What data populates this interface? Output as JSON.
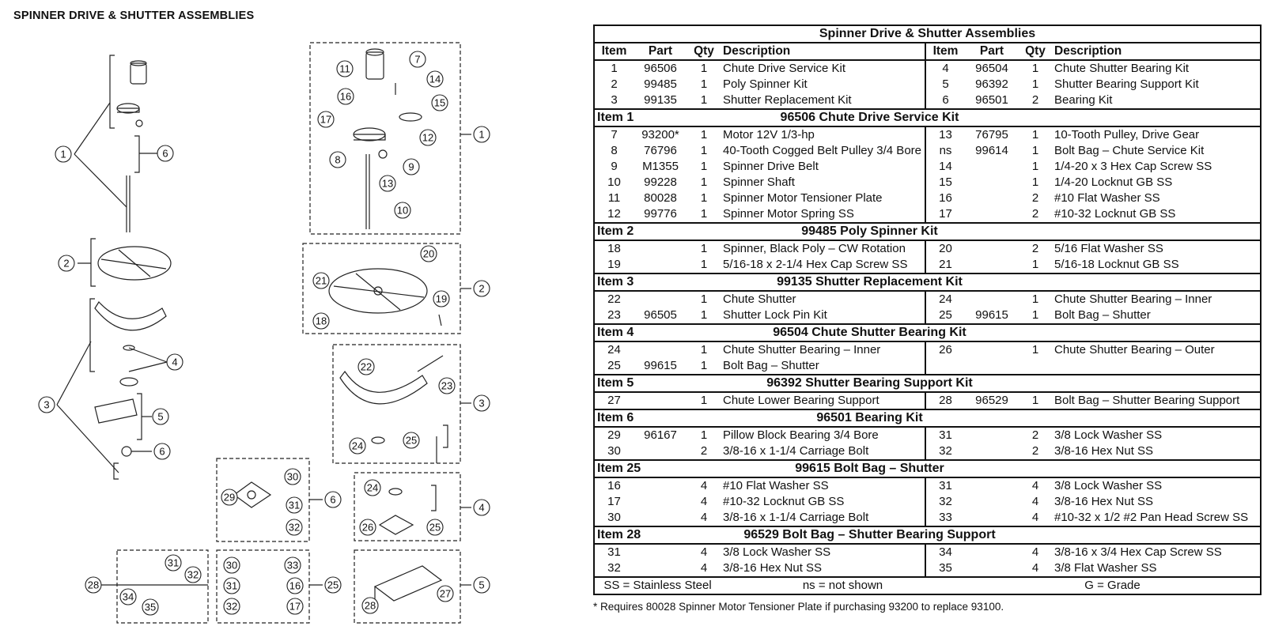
{
  "heading": "SPINNER DRIVE & SHUTTER ASSEMBLIES",
  "callouts": {
    "ex_1": "1",
    "ex_6a": "6",
    "ex_2": "2",
    "ex_4": "4",
    "ex_3": "3",
    "ex_5": "5",
    "ex_6b": "6",
    "d1_11": "11",
    "d1_7": "7",
    "d1_14": "14",
    "d1_16": "16",
    "d1_15": "15",
    "d1_17": "17",
    "d1_12": "12",
    "d1_8": "8",
    "d1_9": "9",
    "d1_13": "13",
    "d1_10": "10",
    "d1_1": "1",
    "d2_20": "20",
    "d2_21": "21",
    "d2_19": "19",
    "d2_18": "18",
    "d2_2": "2",
    "d3_22": "22",
    "d3_23": "23",
    "d3_24": "24",
    "d3_25": "25",
    "d3_3": "3",
    "d6_30": "30",
    "d6_29": "29",
    "d6_31": "31",
    "d6_32": "32",
    "d6_6": "6",
    "d4_24": "24",
    "d4_26": "26",
    "d4_25": "25",
    "d4_4": "4",
    "d28_31": "31",
    "d28_32": "32",
    "d28_34": "34",
    "d28_35": "35",
    "d28_28": "28",
    "d25_30": "30",
    "d25_33": "33",
    "d25_31": "31",
    "d25_16": "16",
    "d25_32": "32",
    "d25_17": "17",
    "d25_25": "25",
    "d5_28": "28",
    "d5_27": "27",
    "d5_5": "5"
  },
  "table": {
    "title": "Spinner Drive & Shutter Assemblies",
    "headers": {
      "item": "Item",
      "part": "Part",
      "qty": "Qty",
      "desc": "Description"
    },
    "top": [
      {
        "l": [
          "1",
          "96506",
          "1",
          "Chute Drive Service Kit"
        ],
        "r": [
          "4",
          "96504",
          "1",
          "Chute Shutter Bearing Kit"
        ]
      },
      {
        "l": [
          "2",
          "99485",
          "1",
          "Poly Spinner Kit"
        ],
        "r": [
          "5",
          "96392",
          "1",
          "Shutter Bearing Support Kit"
        ]
      },
      {
        "l": [
          "3",
          "99135",
          "1",
          "Shutter Replacement Kit"
        ],
        "r": [
          "6",
          "96501",
          "2",
          "Bearing Kit"
        ]
      }
    ],
    "sections": [
      {
        "label": "Item 1",
        "title": "96506  Chute Drive Service Kit",
        "rows": [
          {
            "l": [
              "7",
              "93200*",
              "1",
              "Motor 12V 1/3-hp"
            ],
            "r": [
              "13",
              "76795",
              "1",
              "10-Tooth Pulley, Drive Gear"
            ]
          },
          {
            "l": [
              "8",
              "76796",
              "1",
              "40-Tooth Cogged Belt Pulley 3/4 Bore"
            ],
            "r": [
              "ns",
              "99614",
              "1",
              "Bolt Bag – Chute Service Kit"
            ]
          },
          {
            "l": [
              "9",
              "M1355",
              "1",
              "Spinner Drive Belt"
            ],
            "r": [
              "14",
              "",
              "1",
              "1/4-20 x 3 Hex Cap Screw SS"
            ]
          },
          {
            "l": [
              "10",
              "99228",
              "1",
              "Spinner Shaft"
            ],
            "r": [
              "15",
              "",
              "1",
              "1/4-20 Locknut GB SS"
            ]
          },
          {
            "l": [
              "11",
              "80028",
              "1",
              "Spinner Motor Tensioner Plate"
            ],
            "r": [
              "16",
              "",
              "2",
              "#10 Flat Washer SS"
            ]
          },
          {
            "l": [
              "12",
              "99776",
              "1",
              "Spinner Motor Spring SS"
            ],
            "r": [
              "17",
              "",
              "2",
              "#10-32 Locknut GB SS"
            ]
          }
        ]
      },
      {
        "label": "Item 2",
        "title": "99485  Poly Spinner Kit",
        "rows": [
          {
            "l": [
              "18",
              "",
              "1",
              "Spinner, Black Poly – CW Rotation"
            ],
            "r": [
              "20",
              "",
              "2",
              "5/16 Flat Washer SS"
            ]
          },
          {
            "l": [
              "19",
              "",
              "1",
              "5/16-18 x 2-1/4 Hex Cap Screw SS"
            ],
            "r": [
              "21",
              "",
              "1",
              "5/16-18 Locknut GB SS"
            ]
          }
        ]
      },
      {
        "label": "Item 3",
        "title": "99135  Shutter Replacement Kit",
        "rows": [
          {
            "l": [
              "22",
              "",
              "1",
              "Chute Shutter"
            ],
            "r": [
              "24",
              "",
              "1",
              "Chute Shutter Bearing – Inner"
            ]
          },
          {
            "l": [
              "23",
              "96505",
              "1",
              "Shutter Lock Pin Kit"
            ],
            "r": [
              "25",
              "99615",
              "1",
              "Bolt Bag – Shutter"
            ]
          }
        ]
      },
      {
        "label": "Item 4",
        "title": "96504  Chute Shutter Bearing Kit",
        "rows": [
          {
            "l": [
              "24",
              "",
              "1",
              "Chute Shutter Bearing – Inner"
            ],
            "r": [
              "26",
              "",
              "1",
              "Chute Shutter Bearing – Outer"
            ]
          },
          {
            "l": [
              "25",
              "99615",
              "1",
              "Bolt Bag – Shutter"
            ],
            "r": [
              "",
              "",
              "",
              ""
            ]
          }
        ]
      },
      {
        "label": "Item 5",
        "title": "96392  Shutter Bearing Support Kit",
        "rows": [
          {
            "l": [
              "27",
              "",
              "1",
              "Chute Lower Bearing Support"
            ],
            "r": [
              "28",
              "96529",
              "1",
              "Bolt Bag – Shutter Bearing Support"
            ]
          }
        ]
      },
      {
        "label": "Item 6",
        "title": "96501  Bearing Kit",
        "rows": [
          {
            "l": [
              "29",
              "96167",
              "1",
              "Pillow Block Bearing 3/4 Bore"
            ],
            "r": [
              "31",
              "",
              "2",
              "3/8 Lock Washer SS"
            ]
          },
          {
            "l": [
              "30",
              "",
              "2",
              "3/8-16 x 1-1/4 Carriage Bolt"
            ],
            "r": [
              "32",
              "",
              "2",
              "3/8-16 Hex Nut SS"
            ]
          }
        ]
      },
      {
        "label": "Item 25",
        "title": "99615  Bolt Bag – Shutter",
        "rows": [
          {
            "l": [
              "16",
              "",
              "4",
              "#10 Flat Washer SS"
            ],
            "r": [
              "31",
              "",
              "4",
              "3/8 Lock Washer SS"
            ]
          },
          {
            "l": [
              "17",
              "",
              "4",
              "#10-32 Locknut GB SS"
            ],
            "r": [
              "32",
              "",
              "4",
              "3/8-16 Hex Nut SS"
            ]
          },
          {
            "l": [
              "30",
              "",
              "4",
              "3/8-16 x 1-1/4 Carriage Bolt"
            ],
            "r": [
              "33",
              "",
              "4",
              "#10-32 x 1/2 #2 Pan Head Screw SS"
            ]
          }
        ]
      },
      {
        "label": "Item 28",
        "title": "96529  Bolt Bag – Shutter Bearing Support",
        "rows": [
          {
            "l": [
              "31",
              "",
              "4",
              "3/8 Lock Washer SS"
            ],
            "r": [
              "34",
              "",
              "4",
              "3/8-16 x 3/4 Hex Cap Screw SS"
            ]
          },
          {
            "l": [
              "32",
              "",
              "4",
              "3/8-16 Hex Nut SS"
            ],
            "r": [
              "35",
              "",
              "4",
              "3/8 Flat Washer SS"
            ]
          }
        ]
      }
    ],
    "legend": {
      "ss": "SS = Stainless Steel",
      "ns": "ns = not shown",
      "g": "G = Grade"
    }
  },
  "footnote": "* Requires 80028 Spinner Motor Tensioner Plate if purchasing 93200 to replace 93100."
}
